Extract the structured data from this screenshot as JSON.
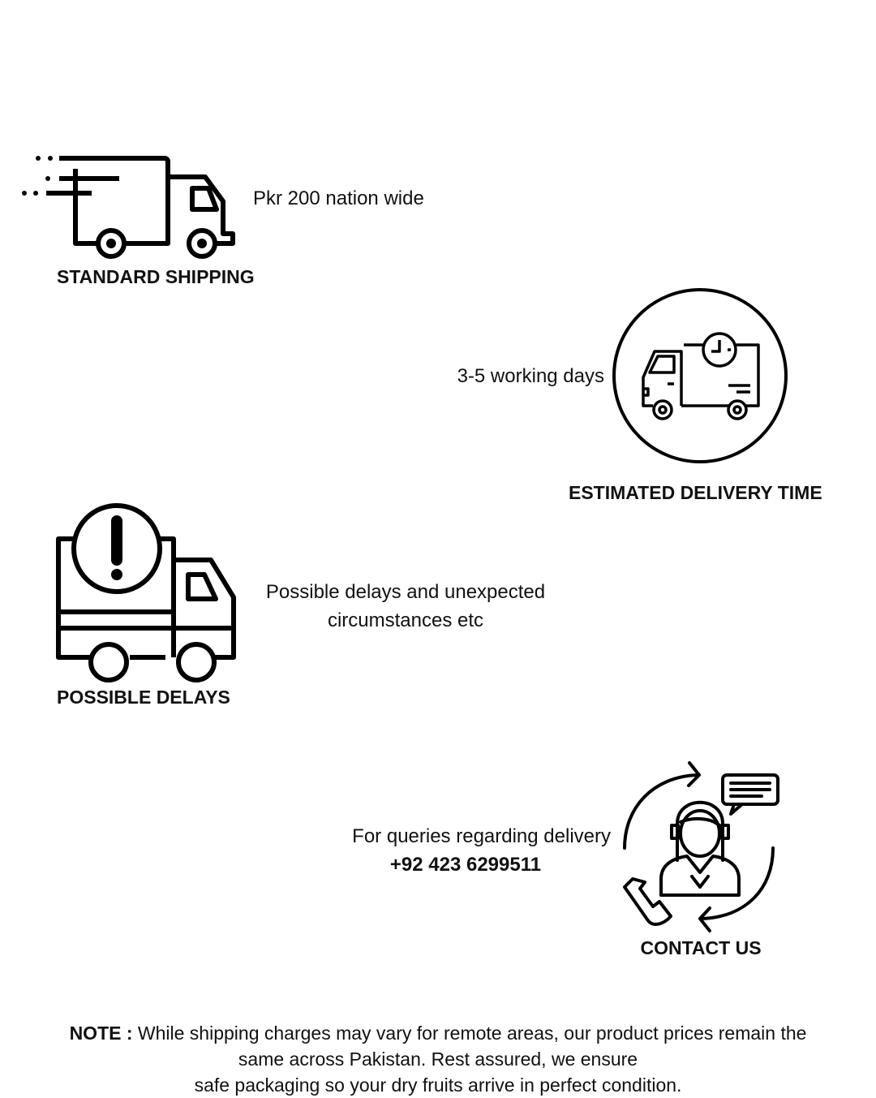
{
  "sections": {
    "standard_shipping": {
      "title": "STANDARD SHIPPING",
      "text": "Pkr 200 nation wide",
      "icon": "fast-truck-icon"
    },
    "estimated_delivery": {
      "title": "ESTIMATED DELIVERY TIME",
      "text": "3-5 working days",
      "icon": "truck-clock-icon"
    },
    "possible_delays": {
      "title": "POSSIBLE DELAYS",
      "text_line1": "Possible delays and unexpected",
      "text_line2": "circumstances etc",
      "icon": "truck-warning-icon"
    },
    "contact_us": {
      "title": "CONTACT US",
      "text": "For queries regarding delivery",
      "phone": "+92 423 6299511",
      "icon": "support-agent-icon"
    }
  },
  "note": {
    "label": "NOTE :",
    "line1": "While shipping charges may vary for remote areas, our product prices remain the",
    "line2": "same across Pakistan. Rest assured, we ensure",
    "line3": "safe packaging so your dry fruits arrive in perfect condition."
  },
  "colors": {
    "text": "#111111",
    "background": "#ffffff"
  }
}
